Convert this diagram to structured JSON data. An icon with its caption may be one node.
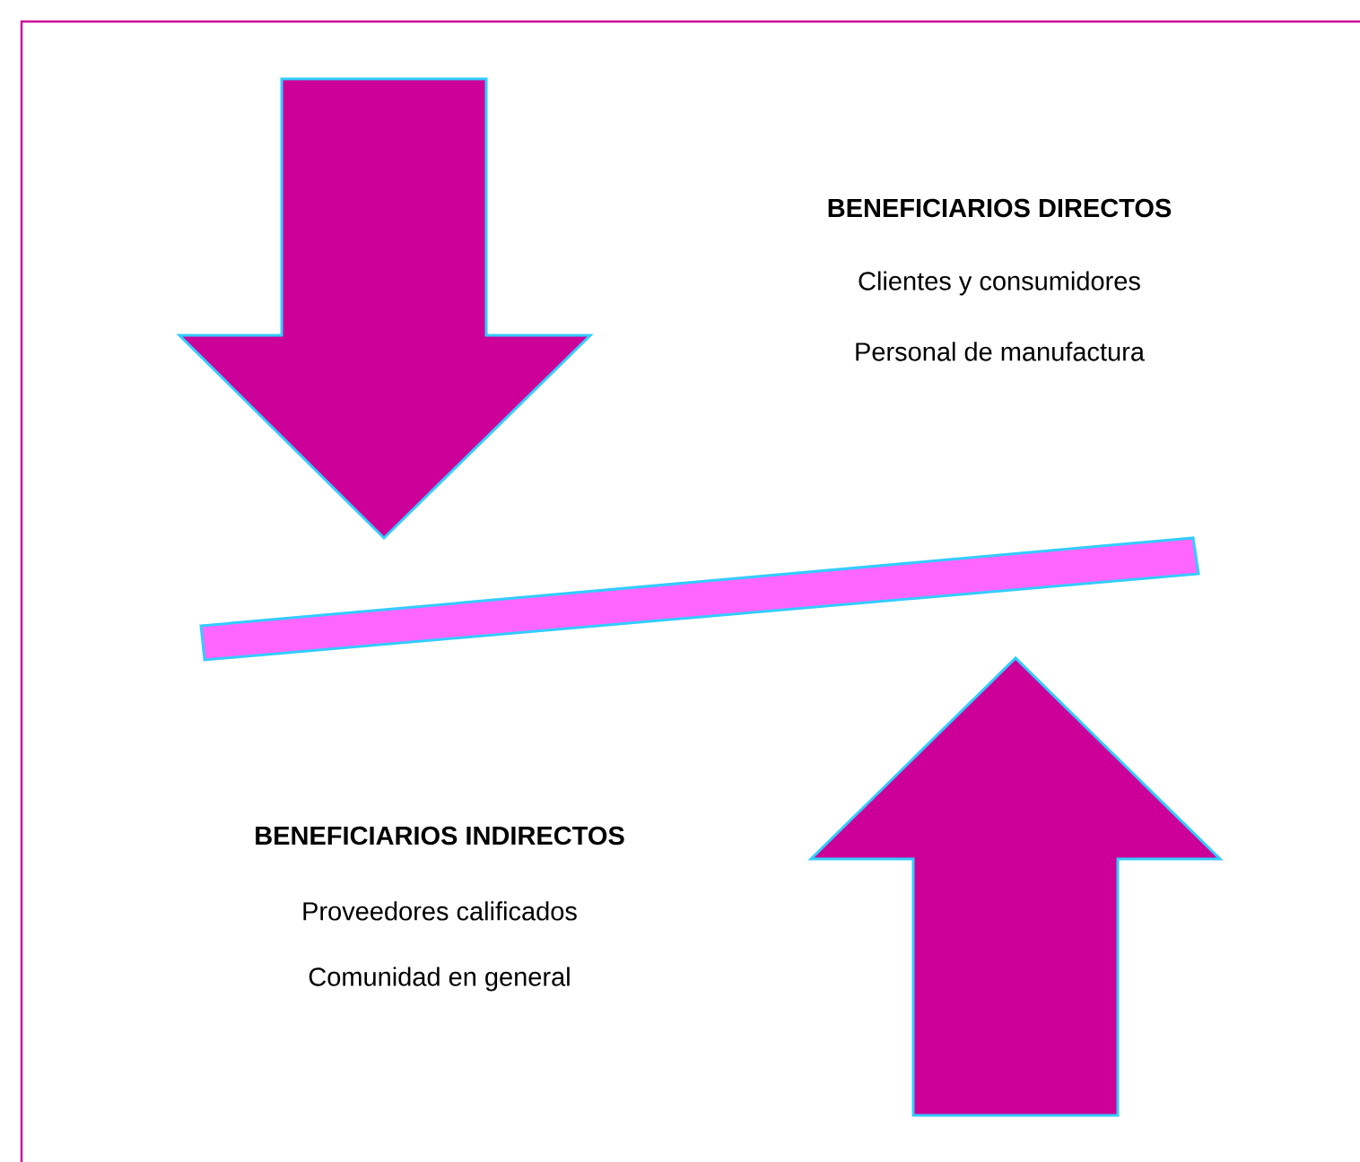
{
  "diagram": {
    "labels": [
      "BENEFICIARIOS DIRECTOS",
      "Clientes y consumidores",
      "Personal de manufactura",
      "BENEFICIARIOS INDIRECTOS",
      "Proveedores calificados",
      "Comunidad en general"
    ]
  }
}
